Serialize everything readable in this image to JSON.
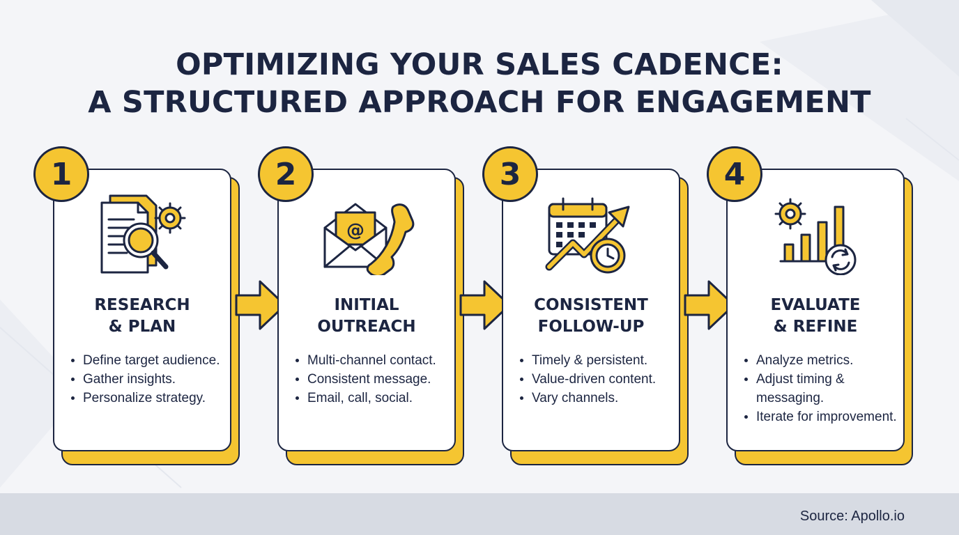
{
  "title": {
    "line1": "OPTIMIZING YOUR SALES CADENCE:",
    "line2": "A STRUCTURED APPROACH FOR ENGAGEMENT"
  },
  "colors": {
    "accent": "#f5c531",
    "ink": "#1c2541",
    "card": "#ffffff",
    "background": "#f4f5f8",
    "footer": "#d7dbe3"
  },
  "steps": [
    {
      "number": "1",
      "title_line1": "RESEARCH",
      "title_line2": "& PLAN",
      "icon": "document-magnifier-gear-icon",
      "bullets": [
        "Define target audience.",
        "Gather insights.",
        "Personalize strategy."
      ]
    },
    {
      "number": "2",
      "title_line1": "INITIAL",
      "title_line2": "OUTREACH",
      "icon": "email-phone-icon",
      "bullets": [
        "Multi-channel contact.",
        "Consistent message.",
        "Email, call, social."
      ]
    },
    {
      "number": "3",
      "title_line1": "CONSISTENT",
      "title_line2": "FOLLOW-UP",
      "icon": "calendar-trend-clock-icon",
      "bullets": [
        "Timely & persistent.",
        "Value-driven content.",
        "Vary channels."
      ]
    },
    {
      "number": "4",
      "title_line1": "EVALUATE",
      "title_line2": "& REFINE",
      "icon": "gear-bar-chart-refresh-icon",
      "bullets": [
        "Analyze metrics.",
        "Adjust timing & messaging.",
        "Iterate for improvement."
      ]
    }
  ],
  "footer": {
    "source": "Source: Apollo.io"
  }
}
